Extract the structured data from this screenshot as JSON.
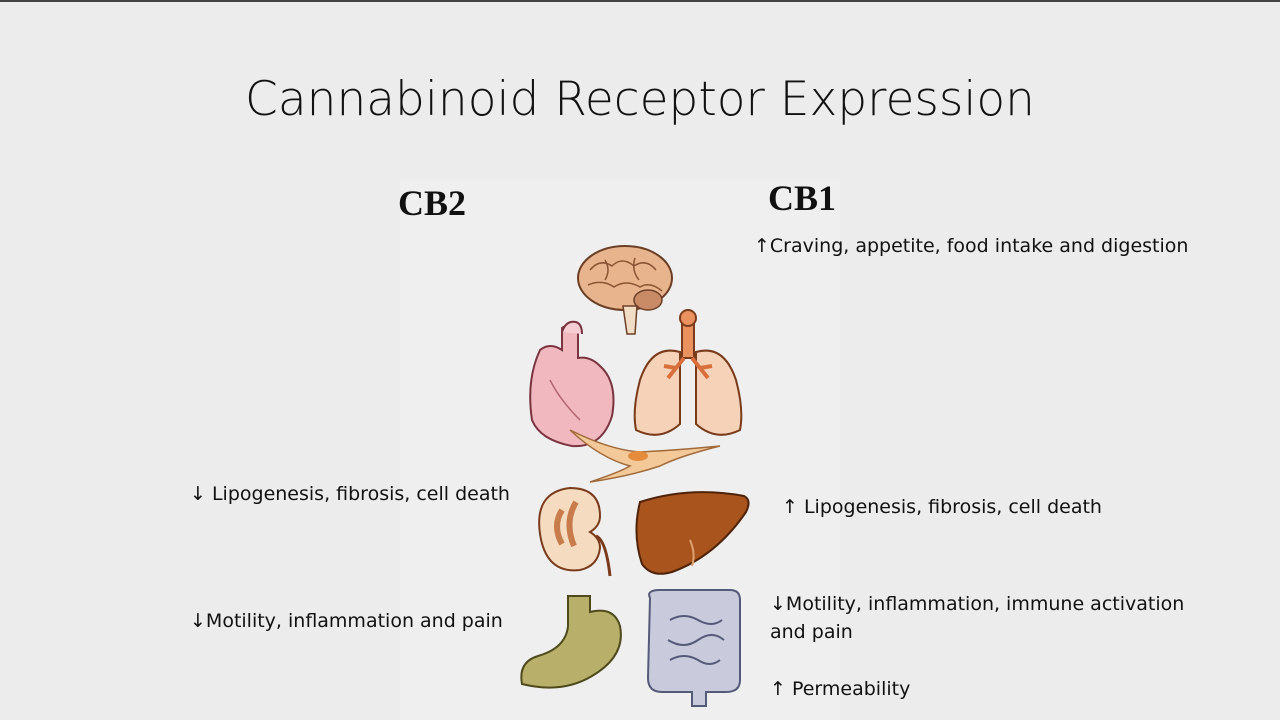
{
  "slide": {
    "title": "Cannabinoid Receptor Expression",
    "cb2_heading": "CB2",
    "cb1_heading": "CB1"
  },
  "notes": {
    "cb1_craving": "↑Craving, appetite, food intake and digestion",
    "cb2_lipogenesis": "↓ Lipogenesis, fibrosis, cell death",
    "cb1_lipogenesis": "↑ Lipogenesis, fibrosis, cell death",
    "cb2_motility": "↓Motility, inflammation and pain",
    "cb1_motility": "↓Motility, inflammation, immune activation and pain",
    "cb1_permeability": "↑ Permeability"
  },
  "organs": [
    "brain-icon",
    "heart-icon",
    "lungs-icon",
    "fibroblast-icon",
    "kidney-icon",
    "liver-icon",
    "stomach-icon",
    "intestine-icon"
  ],
  "colors": {
    "brain": "#e8b48e",
    "heart": "#f1b8bf",
    "lungs": "#f5d2b8",
    "fibroblast": "#f4c99a",
    "kidney": "#c87c4c",
    "liver": "#a9541d",
    "stomach": "#b8b06a",
    "intestine": "#c9cbdc"
  }
}
